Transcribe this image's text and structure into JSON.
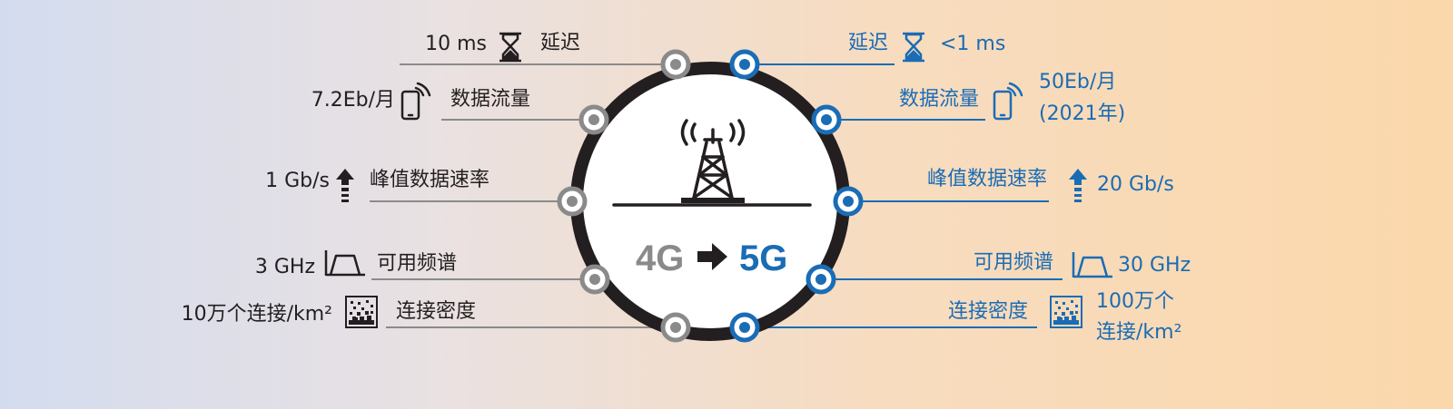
{
  "center": {
    "from_label": "4G",
    "to_label": "5G",
    "arrow_icon": "right-arrow-icon",
    "center_icon": "cell-tower-icon"
  },
  "colors": {
    "ring": "#231f20",
    "left_accent": "#8a8a8a",
    "right_accent": "#1a6cb5",
    "text_dark": "#231f20",
    "background_left": "#d3dcef",
    "background_right": "#fbd8ab"
  },
  "left": {
    "latency": {
      "value": "10 ms",
      "label": "延迟",
      "icon": "hourglass-icon"
    },
    "traffic": {
      "value": "7.2Eb/月",
      "label": "数据流量",
      "icon": "smartphone-signal-icon"
    },
    "peak_rate": {
      "value": "1 Gb/s",
      "label": "峰值数据速率",
      "icon": "up-arrow-icon"
    },
    "spectrum": {
      "value": "3 GHz",
      "label": "可用频谱",
      "icon": "spectrum-icon"
    },
    "density": {
      "value": "10万个连接/km²",
      "label": "连接密度",
      "icon": "density-grid-icon"
    }
  },
  "right": {
    "latency": {
      "value": "<1 ms",
      "label": "延迟",
      "icon": "hourglass-icon"
    },
    "traffic": {
      "value_line1": "50Eb/月",
      "value_line2": "(2021年)",
      "label": "数据流量",
      "icon": "smartphone-signal-icon"
    },
    "peak_rate": {
      "value": "20 Gb/s",
      "label": "峰值数据速率",
      "icon": "up-arrow-icon"
    },
    "spectrum": {
      "value": "30 GHz",
      "label": "可用频谱",
      "icon": "spectrum-icon"
    },
    "density": {
      "value_line1": "100万个",
      "value_line2": "连接/km²",
      "label": "连接密度",
      "icon": "density-grid-icon"
    }
  }
}
